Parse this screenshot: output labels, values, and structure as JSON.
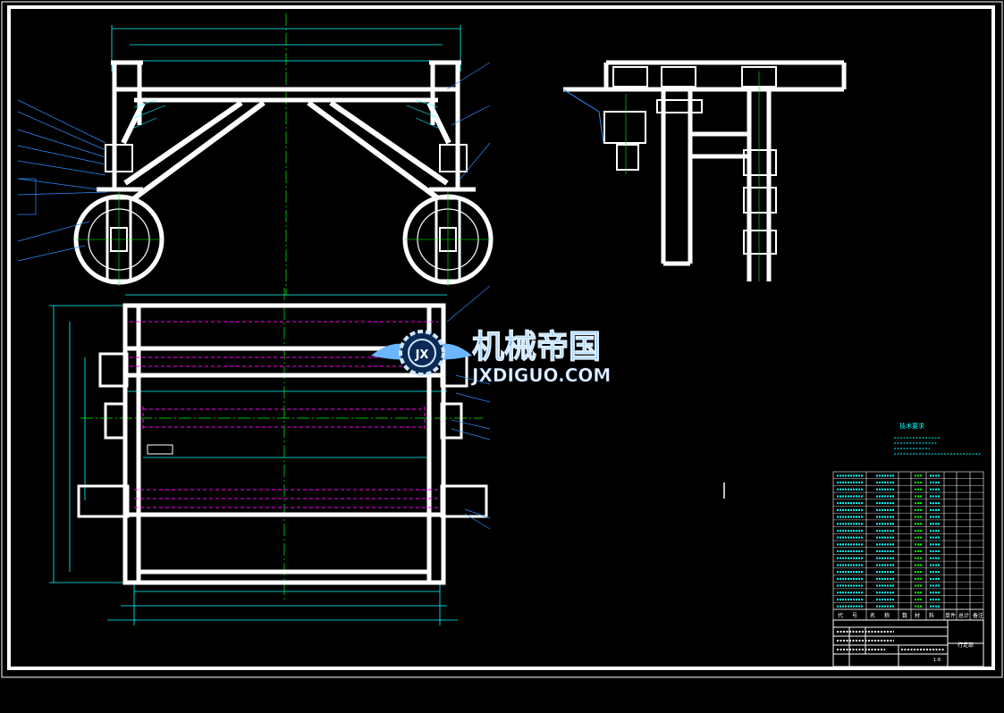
{
  "watermark": {
    "brand_cn": "机械帝国",
    "brand_en": "JXDIGUO.COM",
    "logo_glyph": "JX"
  },
  "tech_requirements": {
    "title": "技术要求"
  },
  "bom": {
    "header": [
      "代",
      "号",
      "名",
      "称",
      "数",
      "材",
      "料",
      "单件",
      "总计",
      "备注"
    ]
  },
  "title_block": {
    "part_name": "行走部",
    "scale": "1:8"
  },
  "colors": {
    "background": "#000000",
    "outline": "#ffffff",
    "centerline": "#00ff00",
    "dimension": "#00ffff",
    "hidden": "#ff00ff",
    "leader": "#2d8cff",
    "watermark_cn": "#6bb6ff",
    "watermark_en": "#e8f2ff"
  }
}
